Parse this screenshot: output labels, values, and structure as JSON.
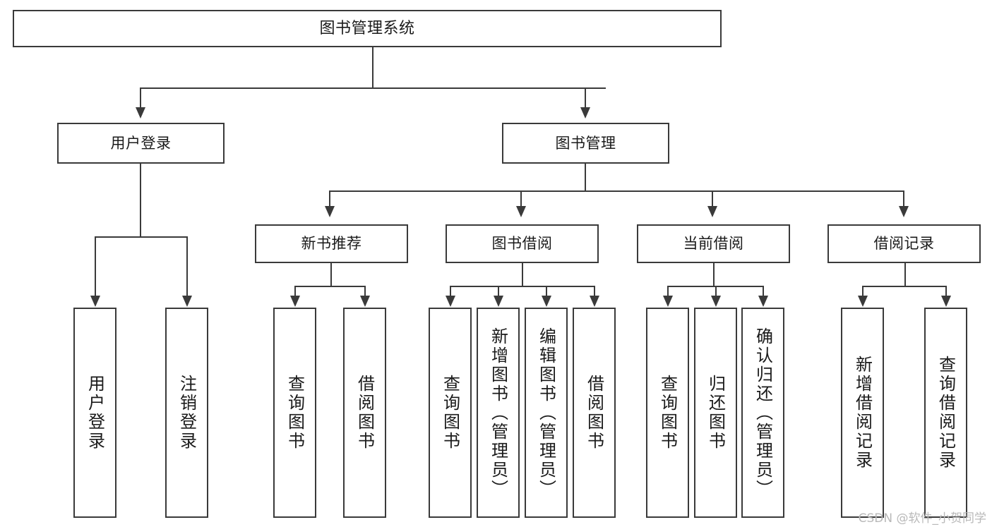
{
  "diagram": {
    "title": "图书管理系统",
    "type": "tree-hierarchy-chart",
    "root": {
      "label": "图书管理系统"
    },
    "level1": [
      {
        "label": "用户登录"
      },
      {
        "label": "图书管理"
      }
    ],
    "level2": [
      {
        "label": "新书推荐"
      },
      {
        "label": "图书借阅"
      },
      {
        "label": "当前借阅"
      },
      {
        "label": "借阅记录"
      }
    ],
    "leaves": {
      "user_login": [
        {
          "label": "用户登录"
        },
        {
          "label": "注销登录"
        }
      ],
      "new_book_recommend": [
        {
          "label": "查询图书"
        },
        {
          "label": "借阅图书"
        }
      ],
      "book_borrow": [
        {
          "label": "查询图书"
        },
        {
          "label": "新增图书（管理员）"
        },
        {
          "label": "编辑图书（管理员）"
        },
        {
          "label": "借阅图书"
        }
      ],
      "current_borrow": [
        {
          "label": "查询图书"
        },
        {
          "label": "归还图书"
        },
        {
          "label": "确认归还（管理员）"
        }
      ],
      "borrow_record": [
        {
          "label": "新增借阅记录"
        },
        {
          "label": "查询借阅记录"
        }
      ]
    }
  },
  "watermark": {
    "text": "CSDN @软件_小贺同学"
  },
  "colors": {
    "stroke": "#3a3a3a",
    "background": "#ffffff",
    "text": "#1a1a1a",
    "watermark": "#b9b9b9"
  }
}
